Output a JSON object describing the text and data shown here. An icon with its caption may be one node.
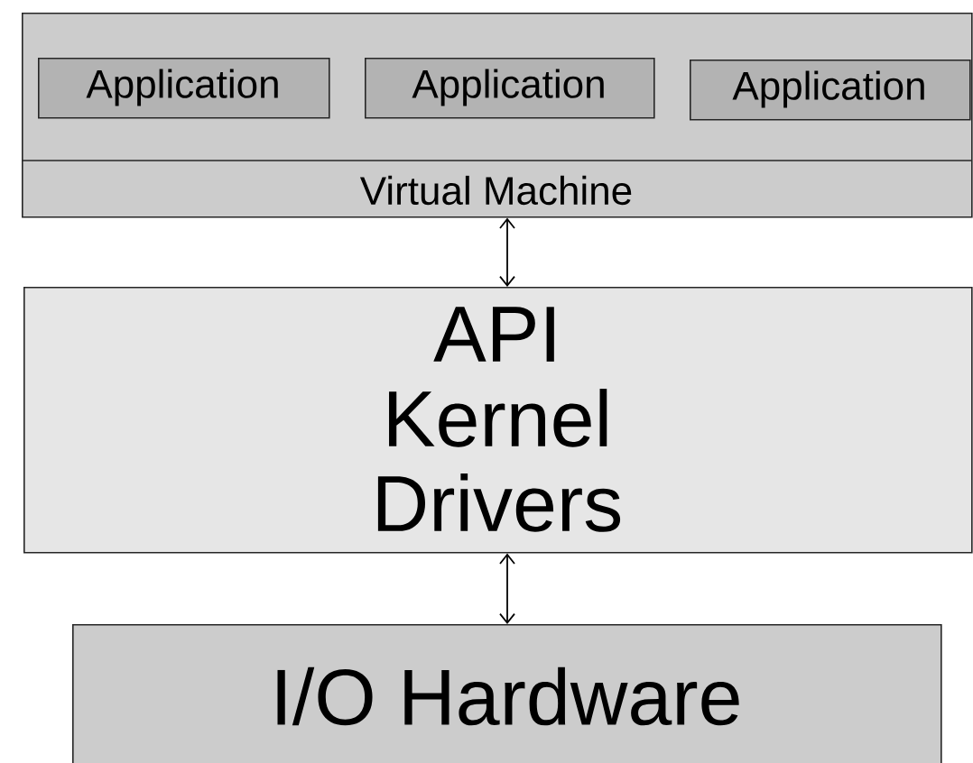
{
  "diagram": {
    "nodes": [
      {
        "text": [
          "Virtual Machine"
        ]
      },
      {
        "text": [
          "Application"
        ],
        "in": 0
      },
      {
        "text": [
          "Application"
        ],
        "in": 0
      },
      {
        "text": [
          "Application"
        ],
        "in": 0
      },
      {
        "text": [
          "API",
          "Kernel",
          "Drivers"
        ]
      },
      {
        "text": [
          "I/O Hardware"
        ]
      }
    ],
    "edges": [
      {
        "from": 0,
        "to": 4,
        "arrow": "both"
      },
      {
        "from": 4,
        "to": 5,
        "arrow": "both"
      }
    ]
  }
}
